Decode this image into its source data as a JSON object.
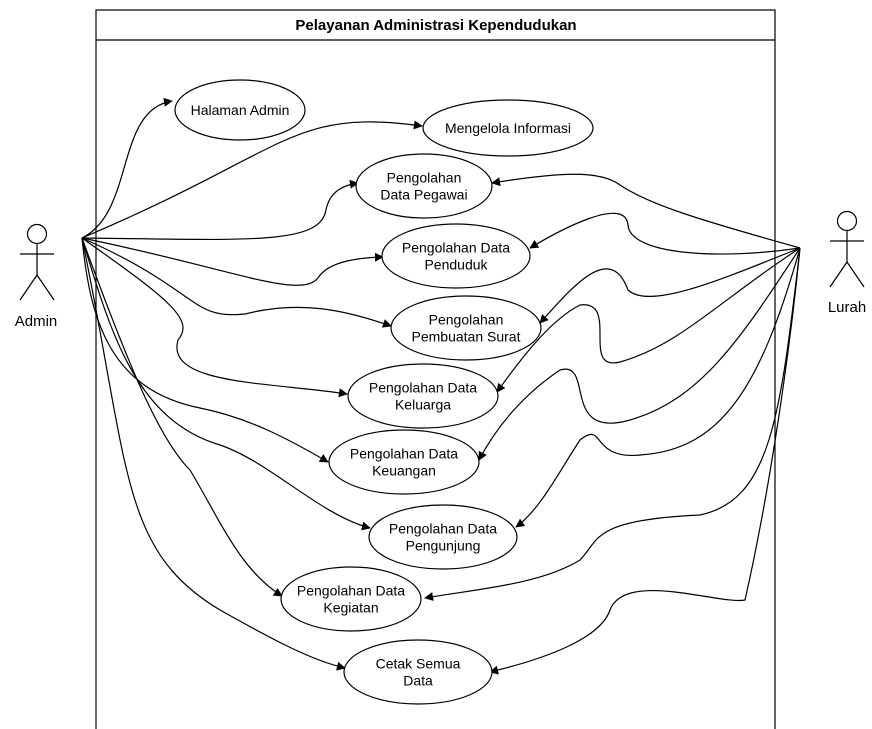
{
  "diagram": {
    "system_title": "Pelayanan Administrasi Kependudukan",
    "actors": [
      {
        "id": "admin",
        "label": "Admin"
      },
      {
        "id": "lurah",
        "label": "Lurah"
      }
    ],
    "use_cases": [
      {
        "id": "uc1",
        "lines": [
          "Halaman Admin"
        ]
      },
      {
        "id": "uc2",
        "lines": [
          "Mengelola Informasi"
        ]
      },
      {
        "id": "uc3",
        "lines": [
          "Pengolahan",
          "Data Pegawai"
        ]
      },
      {
        "id": "uc4",
        "lines": [
          "Pengolahan Data",
          "Penduduk"
        ]
      },
      {
        "id": "uc5",
        "lines": [
          "Pengolahan",
          "Pembuatan Surat"
        ]
      },
      {
        "id": "uc6",
        "lines": [
          "Pengolahan Data",
          "Keluarga"
        ]
      },
      {
        "id": "uc7",
        "lines": [
          "Pengolahan Data",
          "Keuangan"
        ]
      },
      {
        "id": "uc8",
        "lines": [
          "Pengolahan Data",
          "Pengunjung"
        ]
      },
      {
        "id": "uc9",
        "lines": [
          "Pengolahan Data",
          "Kegiatan"
        ]
      },
      {
        "id": "uc10",
        "lines": [
          "Cetak Semua",
          "Data"
        ]
      }
    ],
    "associations": [
      {
        "from": "admin",
        "to": "uc1"
      },
      {
        "from": "admin",
        "to": "uc2"
      },
      {
        "from": "admin",
        "to": "uc3"
      },
      {
        "from": "admin",
        "to": "uc4"
      },
      {
        "from": "admin",
        "to": "uc5"
      },
      {
        "from": "admin",
        "to": "uc6"
      },
      {
        "from": "admin",
        "to": "uc7"
      },
      {
        "from": "admin",
        "to": "uc8"
      },
      {
        "from": "admin",
        "to": "uc9"
      },
      {
        "from": "admin",
        "to": "uc10"
      },
      {
        "from": "lurah",
        "to": "uc3"
      },
      {
        "from": "lurah",
        "to": "uc4"
      },
      {
        "from": "lurah",
        "to": "uc5"
      },
      {
        "from": "lurah",
        "to": "uc6"
      },
      {
        "from": "lurah",
        "to": "uc7"
      },
      {
        "from": "lurah",
        "to": "uc8"
      },
      {
        "from": "lurah",
        "to": "uc9"
      },
      {
        "from": "lurah",
        "to": "uc10"
      }
    ]
  }
}
